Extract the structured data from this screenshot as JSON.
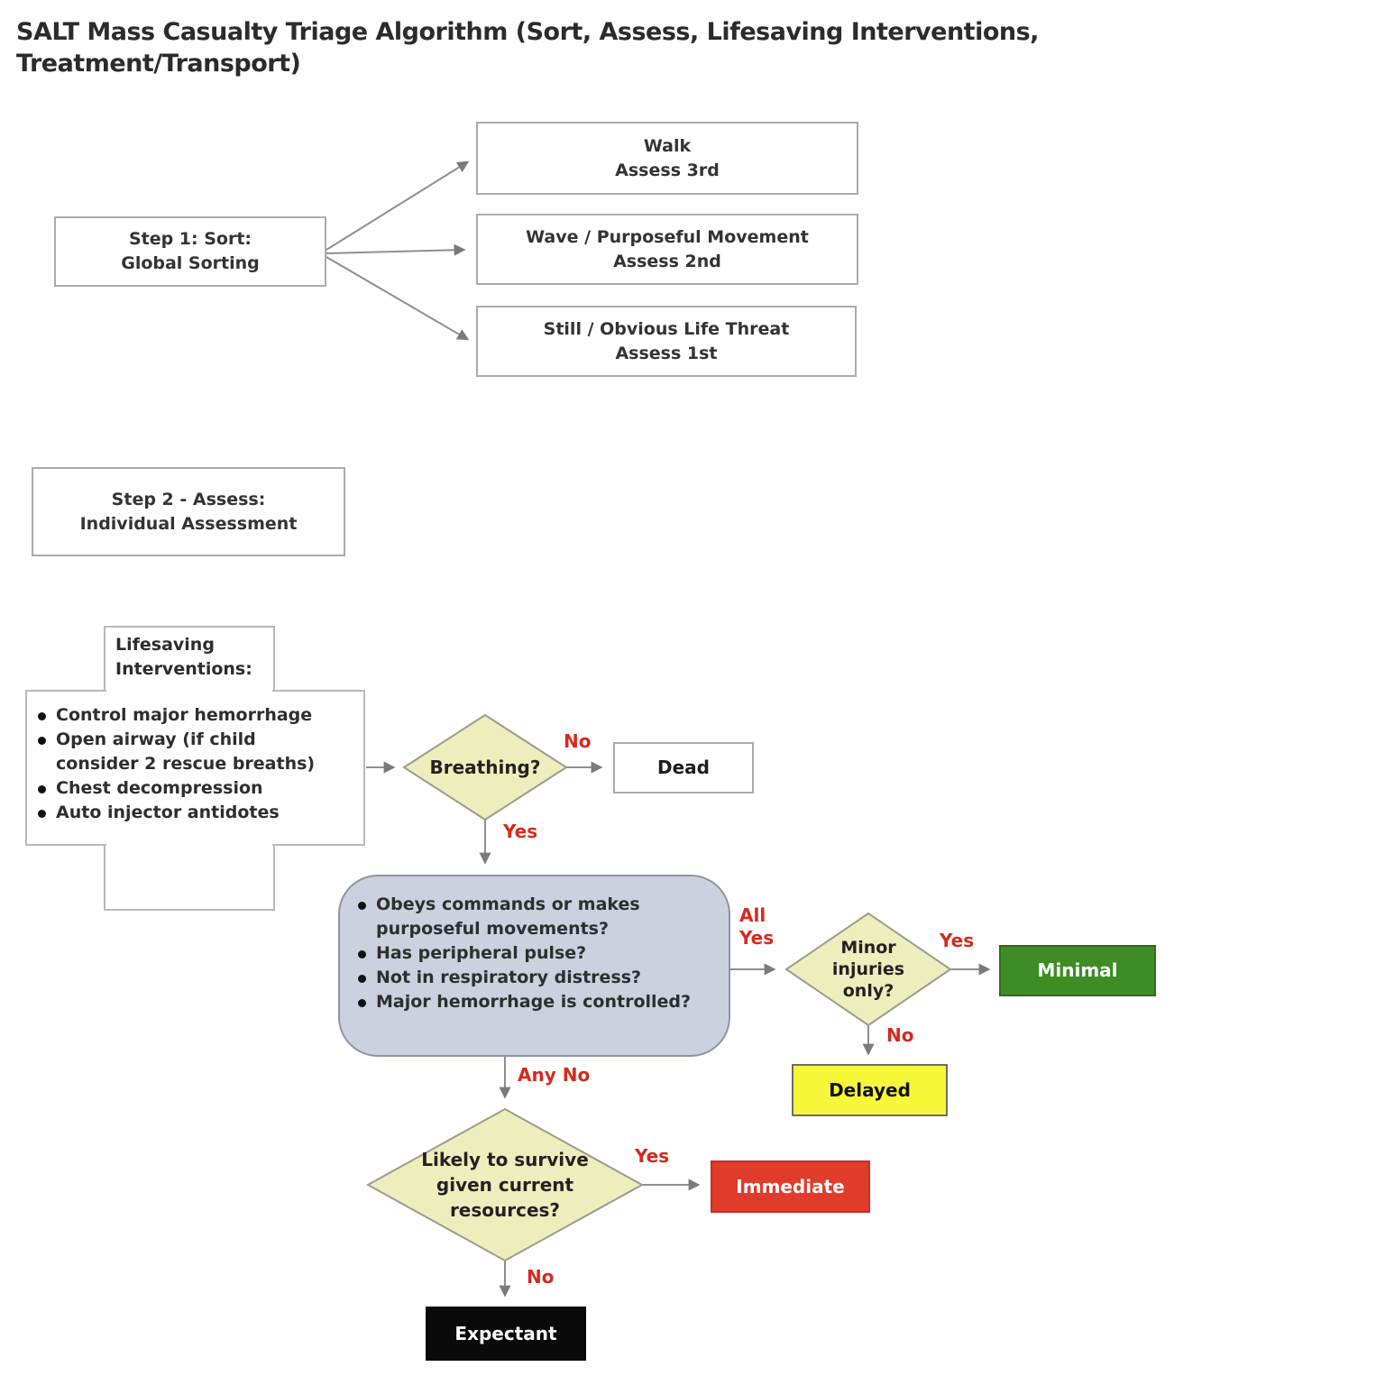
{
  "title": "SALT Mass Casualty Triage Algorithm (Sort, Assess, Lifesaving Interventions,\nTreatment/Transport)",
  "step1": {
    "label": "Step 1: Sort:\nGlobal Sorting"
  },
  "sort_outcomes": [
    {
      "label": "Walk\nAssess 3rd"
    },
    {
      "label": "Wave / Purposeful Movement\nAssess 2nd"
    },
    {
      "label": "Still / Obvious Life Threat\nAssess 1st"
    }
  ],
  "step2": {
    "label": "Step 2 - Assess:\nIndividual Assessment"
  },
  "lifesaving": {
    "header": "Lifesaving\nInterventions:",
    "items": [
      "Control major hemorrhage",
      "Open airway (if child\nconsider 2 rescue breaths)",
      "Chest decompression",
      "Auto injector antidotes"
    ]
  },
  "breathing": {
    "question": "Breathing?"
  },
  "dead": {
    "label": "Dead"
  },
  "assessment": {
    "items": [
      "Obeys commands or makes\npurposeful movements?",
      "Has peripheral pulse?",
      "Not in respiratory distress?",
      "Major hemorrhage is controlled?"
    ]
  },
  "minor": {
    "question": "Minor\ninjuries\nonly?"
  },
  "survive": {
    "question": "Likely to survive\ngiven current\nresources?"
  },
  "outcomes": {
    "minimal": "Minimal",
    "delayed": "Delayed",
    "immediate": "Immediate",
    "expectant": "Expectant"
  },
  "labels": {
    "breathing_no": "No",
    "breathing_yes": "Yes",
    "all_yes": "All\nYes",
    "any_no": "Any No",
    "minor_yes": "Yes",
    "minor_no": "No",
    "survive_yes": "Yes",
    "survive_no": "No"
  },
  "colors": {
    "diamond_fill": "#eeedbc",
    "assessment_fill": "#ccd1df",
    "minimal_bg": "#3e8d24",
    "delayed_bg": "#f7f73a",
    "immediate_bg": "#e13b2c",
    "expectant_bg": "#0a0a0a",
    "label_red": "#d52a1e",
    "arrow_gray": "#8f8f8f"
  }
}
